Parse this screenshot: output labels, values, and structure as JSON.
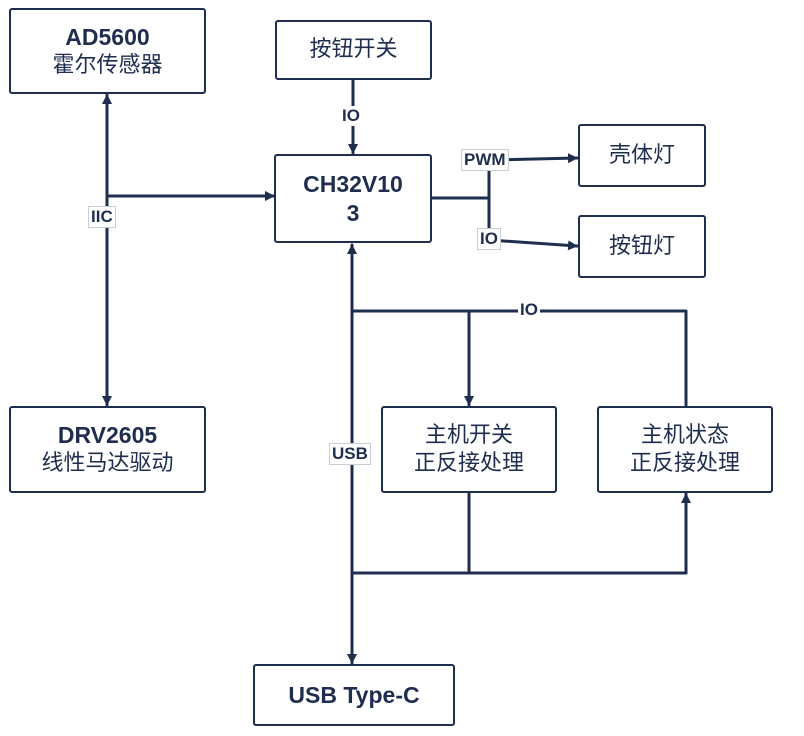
{
  "nodes": {
    "hall_sensor": {
      "line1": "AD5600",
      "line2": "霍尔传感器"
    },
    "button_switch": {
      "label": "按钮开关"
    },
    "mcu": {
      "line1": "CH32V10",
      "line2": "3"
    },
    "shell_light": {
      "label": "壳体灯"
    },
    "button_light": {
      "label": "按钮灯"
    },
    "motor_driver": {
      "line1": "DRV2605",
      "line2": "线性马达驱动"
    },
    "host_switch": {
      "line1": "主机开关",
      "line2": "正反接处理"
    },
    "host_status": {
      "line1": "主机状态",
      "line2": "正反接处理"
    },
    "usb": {
      "label": "USB Type-C"
    }
  },
  "edge_labels": {
    "io_button": "IO",
    "iic": "IIC",
    "pwm": "PWM",
    "io_light": "IO",
    "io_host": "IO",
    "usb": "USB"
  },
  "colors": {
    "stroke": "#1f2d4e",
    "background": "#ffffff"
  }
}
